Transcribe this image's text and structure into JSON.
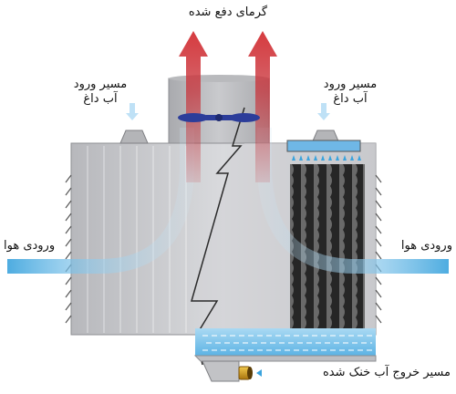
{
  "labels": {
    "heat_out": "گرمای دفع شده",
    "inlet_left_line1": "مسیر ورود",
    "inlet_left_line2": "آب داغ",
    "inlet_right_line1": "مسیر ورود",
    "inlet_right_line2": "آب داغ",
    "air_in_left": "ورودی هوا",
    "air_in_right": "ورودی هوا",
    "cold_water_out": "مسیر خروج آب خنک شده"
  },
  "colors": {
    "heat_arrow": "#c8323a",
    "air_flow": "#3aa3dd",
    "water": "#7fc6ec",
    "fan": "#2c3d9a",
    "casing": "#c9cacd",
    "fill_pack": "#2a2a2a",
    "outlet_pipe": "#d9a21c"
  }
}
